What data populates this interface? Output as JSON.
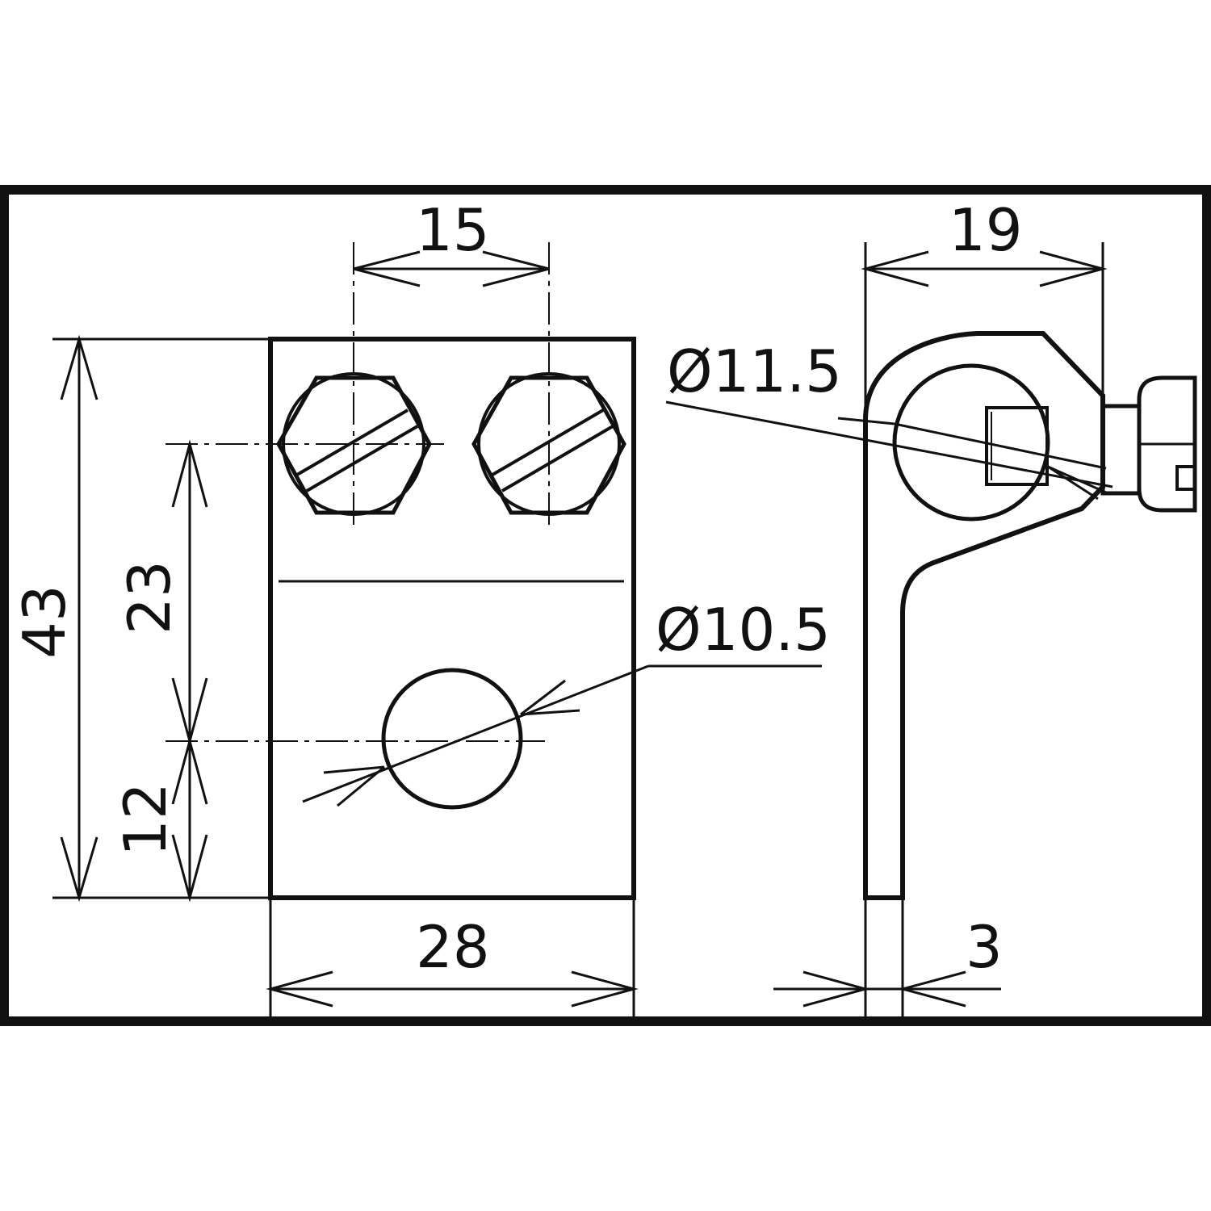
{
  "drawing": {
    "front_view": {
      "dimensions": {
        "bolt_spacing": "15",
        "total_height": "43",
        "bolt_to_hole": "23",
        "hole_from_bottom": "12",
        "width": "28",
        "hole_diameter": "Ø10.5"
      }
    },
    "side_view": {
      "dimensions": {
        "depth": "19",
        "bore_diameter": "Ø11.5",
        "thickness": "3"
      }
    },
    "colors": {
      "line": "#111111",
      "background": "#ffffff"
    }
  }
}
